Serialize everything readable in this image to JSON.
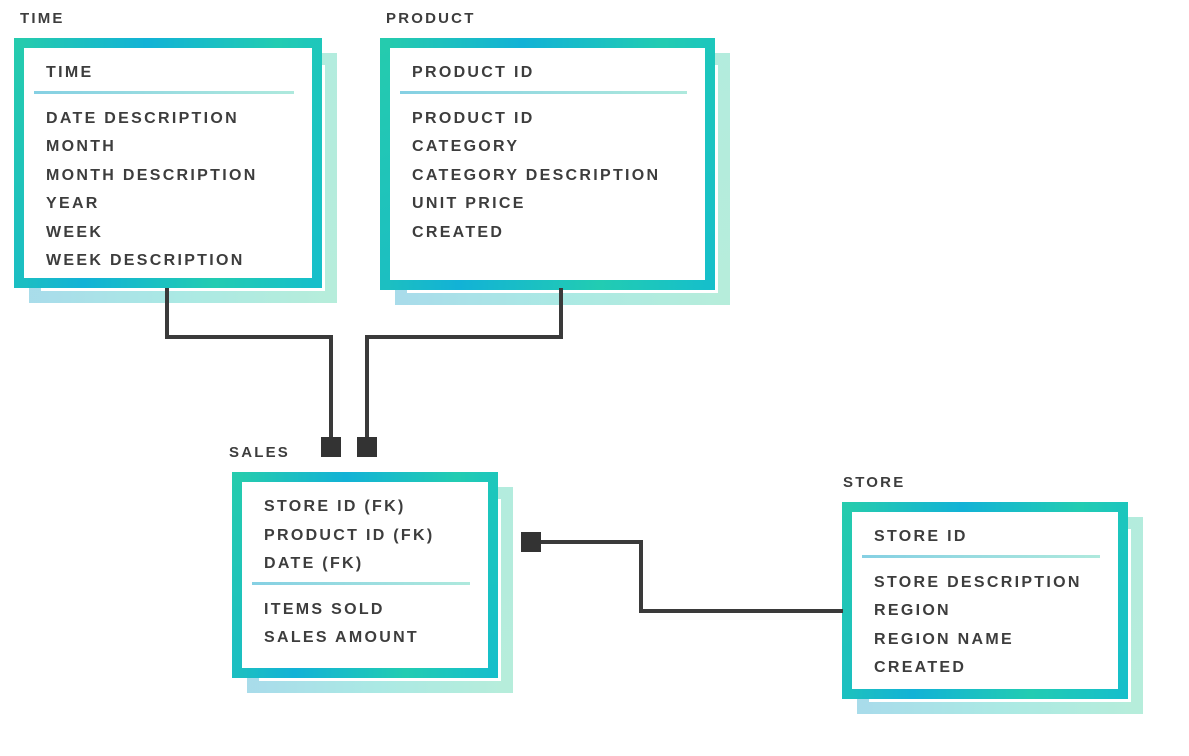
{
  "diagram": {
    "type": "star-schema-er-diagram",
    "colors": {
      "box_border_gradient": [
        "#25cbae",
        "#12b2d6",
        "#22ccb2",
        "#16bfca"
      ],
      "shadow_border_gradient": [
        "#a8d9ec",
        "#abe9e4",
        "#b6eddb"
      ],
      "divider_gradient": [
        "#85d0e3",
        "#aee9dd"
      ],
      "text": "#3d3d3d",
      "connector": "#3a3a3a",
      "background": "#ffffff"
    },
    "entities": [
      {
        "name": "TIME",
        "key_fields": [
          "TIME"
        ],
        "fields": [
          "DATE DESCRIPTION",
          "MONTH",
          "MONTH DESCRIPTION",
          "YEAR",
          "WEEK",
          "WEEK DESCRIPTION"
        ]
      },
      {
        "name": "PRODUCT",
        "key_fields": [
          "PRODUCT ID"
        ],
        "fields": [
          "PRODUCT ID",
          "CATEGORY",
          "CATEGORY DESCRIPTION",
          "UNIT PRICE",
          "CREATED"
        ]
      },
      {
        "name": "SALES",
        "key_fields": [
          "STORE ID (FK)",
          "PRODUCT ID (FK)",
          "DATE (FK)"
        ],
        "fields": [
          "ITEMS SOLD",
          "SALES AMOUNT"
        ]
      },
      {
        "name": "STORE",
        "key_fields": [
          "STORE ID"
        ],
        "fields": [
          "STORE DESCRIPTION",
          "REGION",
          "REGION NAME",
          "CREATED"
        ]
      }
    ],
    "relationships": [
      {
        "from": "TIME",
        "to": "SALES"
      },
      {
        "from": "PRODUCT",
        "to": "SALES"
      },
      {
        "from": "STORE",
        "to": "SALES"
      }
    ]
  }
}
